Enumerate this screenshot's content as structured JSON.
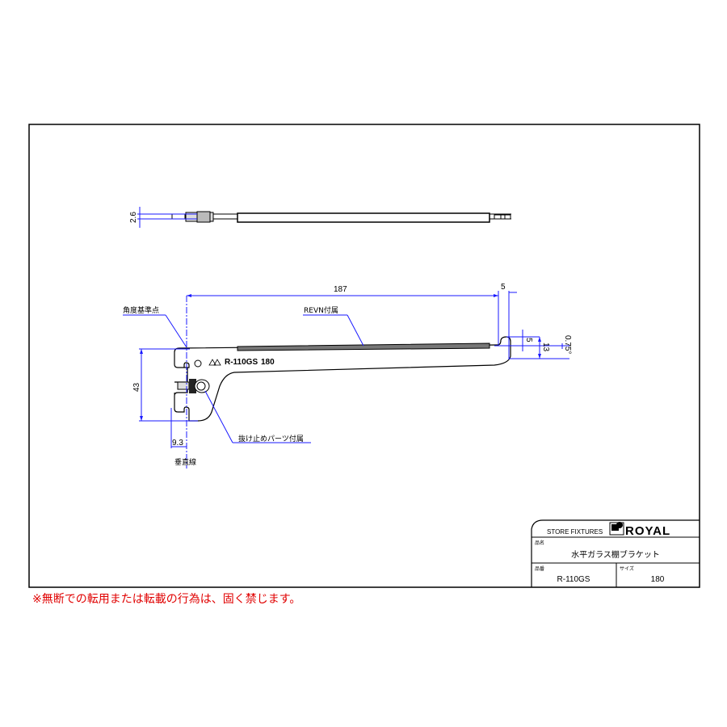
{
  "drawing": {
    "dimensions": {
      "thickness": "2.6",
      "length": "187",
      "lip": "5",
      "lip_height": "5",
      "end_height": "13",
      "angle": "0.75°",
      "height": "43",
      "offset": "9.3"
    },
    "labels": {
      "angle_reference": "角度基準点",
      "revn": "REVN付属",
      "stopper": "抜け止めパーツ付属",
      "vertical_line": "垂直線",
      "stamp": "R-110GS",
      "stamp_size": "180"
    },
    "colors": {
      "line": "#000000",
      "dimension": "#1a1aff",
      "note": "#e00000"
    }
  },
  "title_block": {
    "company_tagline": "STORE FIXTURES",
    "brand": "ROYAL",
    "name_label": "品名",
    "name_value": "水平ガラス棚ブラケット",
    "part_label": "品番",
    "part_value": "R-110GS",
    "size_label": "サイズ",
    "size_value": "180"
  },
  "footer_note": "※無断での転用または転載の行為は、固く禁じます。"
}
